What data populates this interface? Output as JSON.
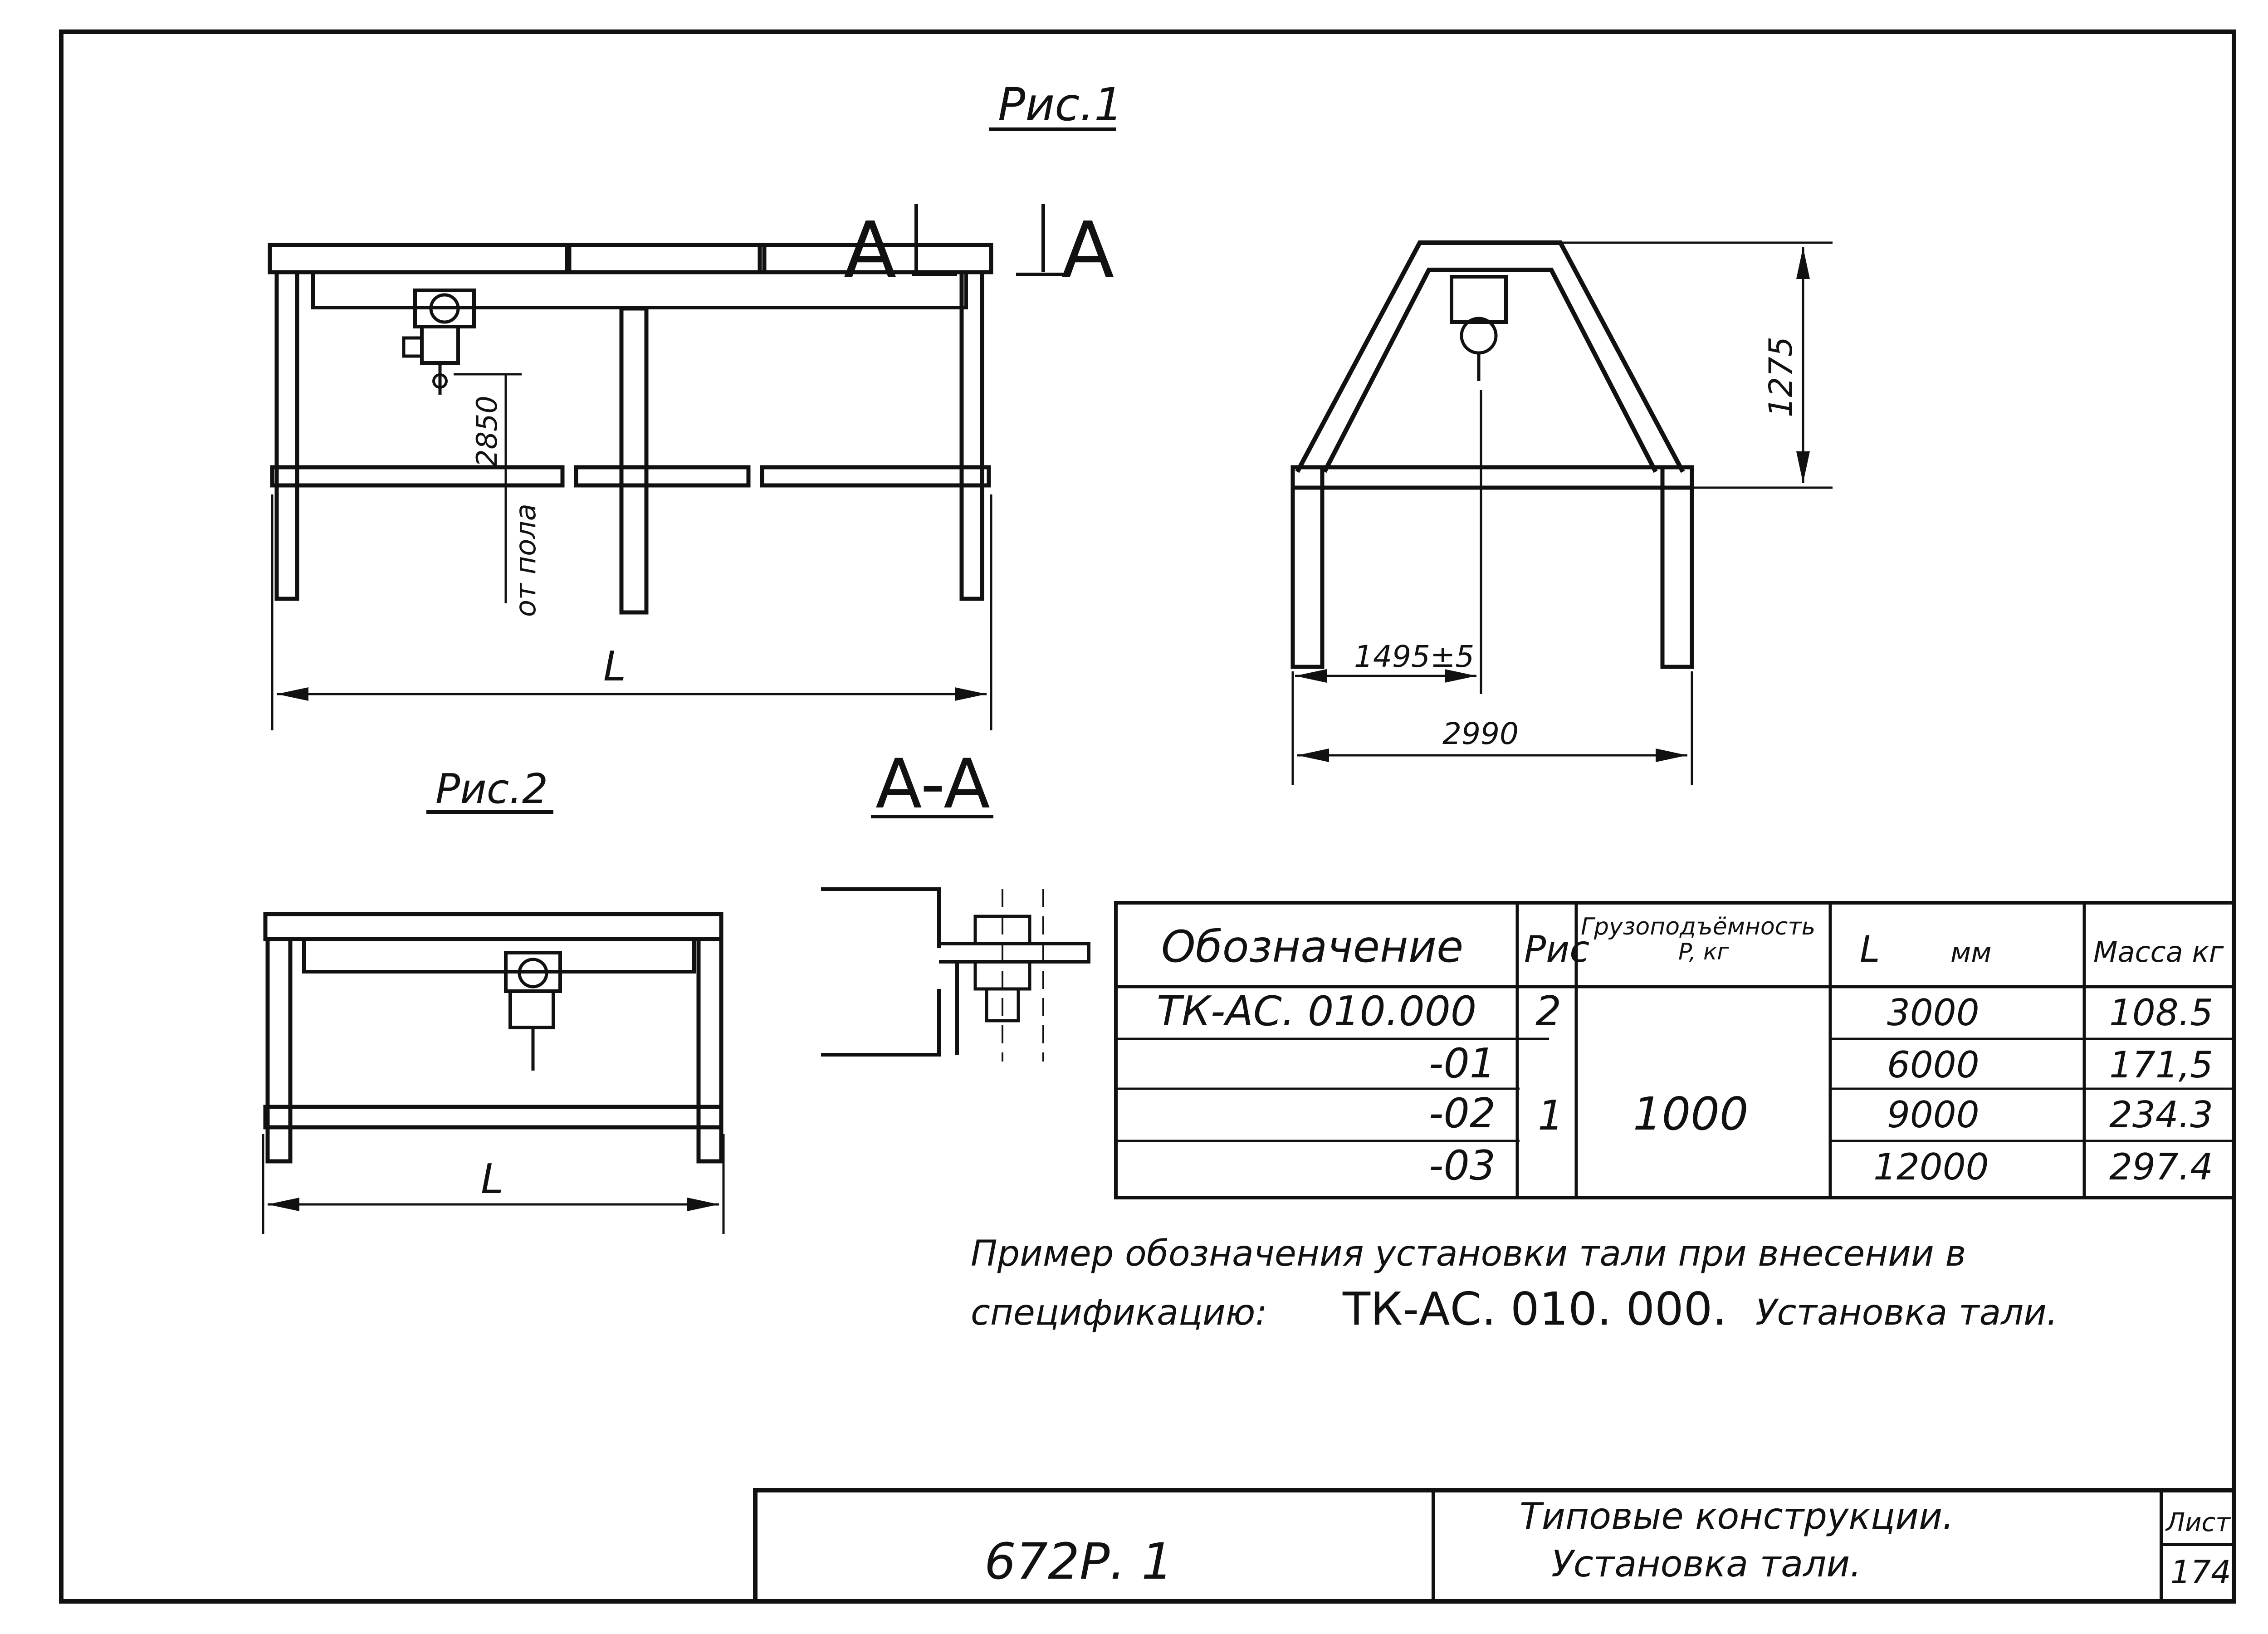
{
  "figure1": {
    "title": "Рис.1"
  },
  "figure2": {
    "title": "Рис.2"
  },
  "section_mark": {
    "letter": "A",
    "title": "A-A"
  },
  "dimensions": {
    "length": "L",
    "drop": "2850",
    "floor_label": "от пола",
    "height": "1275",
    "half_span": "1495±5",
    "span": "2990"
  },
  "spec_table": {
    "headers": {
      "designation": "Обозначение",
      "figure": "Рис",
      "capacity": "Грузоподъёмность",
      "capacity_unit": "P, кг",
      "length": "L",
      "length_unit": "мм",
      "mass": "Масса кг"
    },
    "capacity_value": "1000",
    "rows": [
      {
        "designation": "ТК-АС. 010.000",
        "figure": "2",
        "length": "3000",
        "mass": "108.5"
      },
      {
        "designation": "-01",
        "figure": "",
        "length": "6000",
        "mass": "171,5"
      },
      {
        "designation": "-02",
        "figure": "1",
        "length": "9000",
        "mass": "234.3"
      },
      {
        "designation": "-03",
        "figure": "",
        "length": "12000",
        "mass": "297.4"
      }
    ]
  },
  "note": {
    "line1": "Пример обозначения  установки тали  при внесении в",
    "line2_prefix": "спецификацию:",
    "line2_code": "ТК-АС. 010. 000.",
    "line2_suffix": "Установка тали."
  },
  "title_block": {
    "code": "672Р. 1",
    "title_line1": "Типовые конструкции.",
    "title_line2": "Установка тали.",
    "sheet_label": "Лист",
    "sheet_number": "174"
  }
}
